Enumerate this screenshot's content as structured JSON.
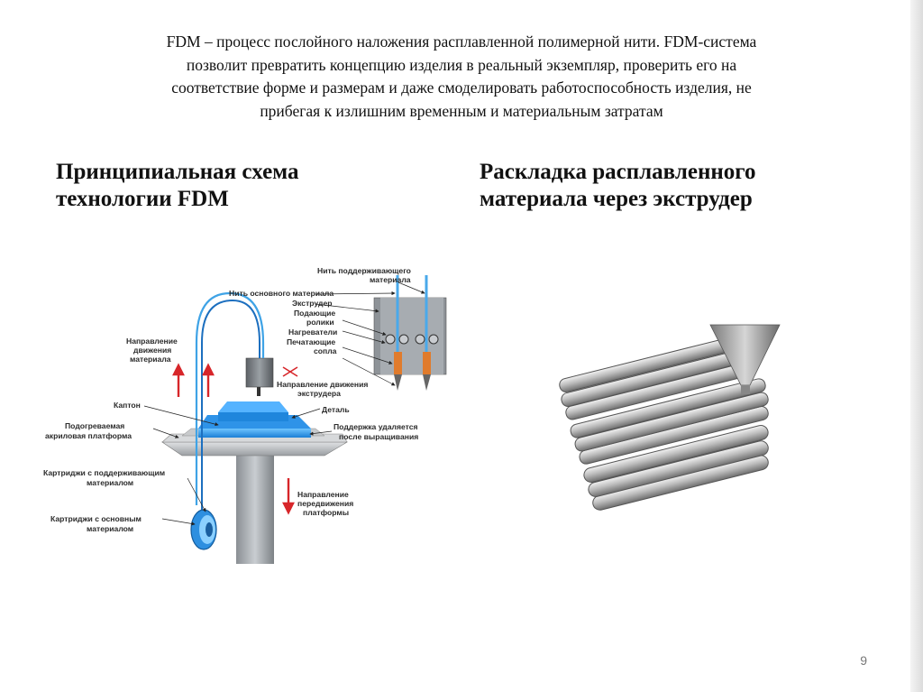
{
  "intro": {
    "lines": [
      "FDM – процесс послойного наложения расплавленной полимерной нити. FDM-система",
      "позволит превратить концепцию изделия в реальный экземпляр, проверить его на",
      "соответствие форме и размерам и даже смоделировать работоспособность изделия, не",
      "прибегая к излишним временным и материальным затратам"
    ]
  },
  "left_heading": {
    "line1": "Принципиальная схема",
    "line2": "технологии FDM"
  },
  "right_heading": {
    "line1": "Раскладка расплавленного",
    "line2": "материала через экструдер"
  },
  "diagram_labels": {
    "support_filament_1": "Нить поддерживающего",
    "support_filament_2": "материала",
    "main_filament": "Нить основного материала",
    "extruder": "Экструдер",
    "feed_rollers_1": "Подающие",
    "feed_rollers_2": "ролики",
    "heaters": "Нагреватели",
    "nozzles_1": "Печатающие",
    "nozzles_2": "сопла",
    "extruder_move_1": "Направление движения",
    "extruder_move_2": "экструдера",
    "material_move_1": "Направление",
    "material_move_2": "движения",
    "material_move_3": "материала",
    "kapton": "Каптон",
    "part": "Деталь",
    "platform_1": "Подогреваемая",
    "platform_2": "акриловая платформа",
    "support_removed_1": "Поддержка удаляется",
    "support_removed_2": "после выращивания",
    "cartridge_support_1": "Картриджи с поддерживающим",
    "cartridge_support_2": "материалом",
    "platform_move_1": "Направление",
    "platform_move_2": "передвижения",
    "platform_move_3": "платформы",
    "cartridge_main_1": "Картриджи с основным",
    "cartridge_main_2": "материалом"
  },
  "page_number": "9"
}
